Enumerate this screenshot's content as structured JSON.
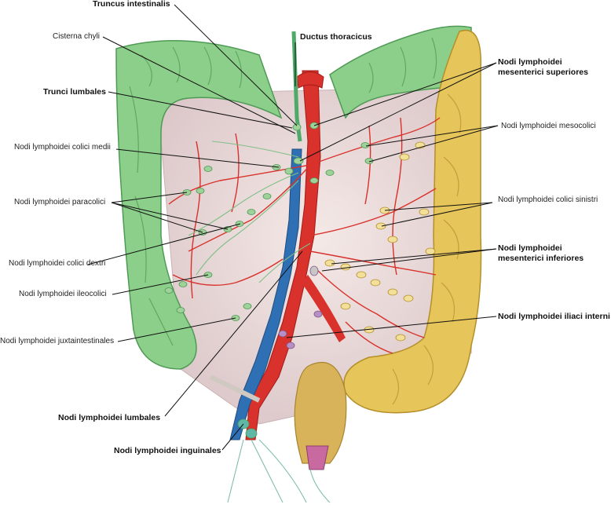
{
  "labels": {
    "truncus_intestinalis": "Truncus intestinalis",
    "cisterna_chyli": "Cisterna chyli",
    "ductus_thoracicus": "Ductus thoracicus",
    "mesenterici_superiores_1": "Nodi lymphoidei",
    "mesenterici_superiores_2": "mesenterici superiores",
    "trunci_lumbales": "Trunci lumbales",
    "mesocolici": "Nodi lymphoidei mesocolici",
    "colici_medii": "Nodi lymphoidei colici medii",
    "paracolici": "Nodi lymphoidei paracolici",
    "colici_sinistri": "Nodi lymphoidei colici sinistri",
    "colici_dextri": "Nodi lymphoidei colici dextri",
    "mesenterici_inferiores_1": "Nodi lymphoidei",
    "mesenterici_inferiores_2": "mesenterici inferiores",
    "ileocolici": "Nodi lymphoidei ileocolici",
    "iliaci_interni": "Nodi lymphoidei iliaci interni",
    "juxtaintestinales": "Nodi lymphoidei juxtaintestinales",
    "lumbales": "Nodi lymphoidei lumbales",
    "inguinales": "Nodi lymphoidei inguinales"
  },
  "colors": {
    "ascending_transverse_colon": "#8ccf8a",
    "descending_sigmoid_colon": "#e6c55a",
    "artery": "#d9312b",
    "vein": "#2f6fb3",
    "lymph_node_green": "#9fd19a",
    "lymph_node_yellow": "#f1df9a",
    "mesentery": "#eddcdc",
    "leader_line": "#111111"
  }
}
